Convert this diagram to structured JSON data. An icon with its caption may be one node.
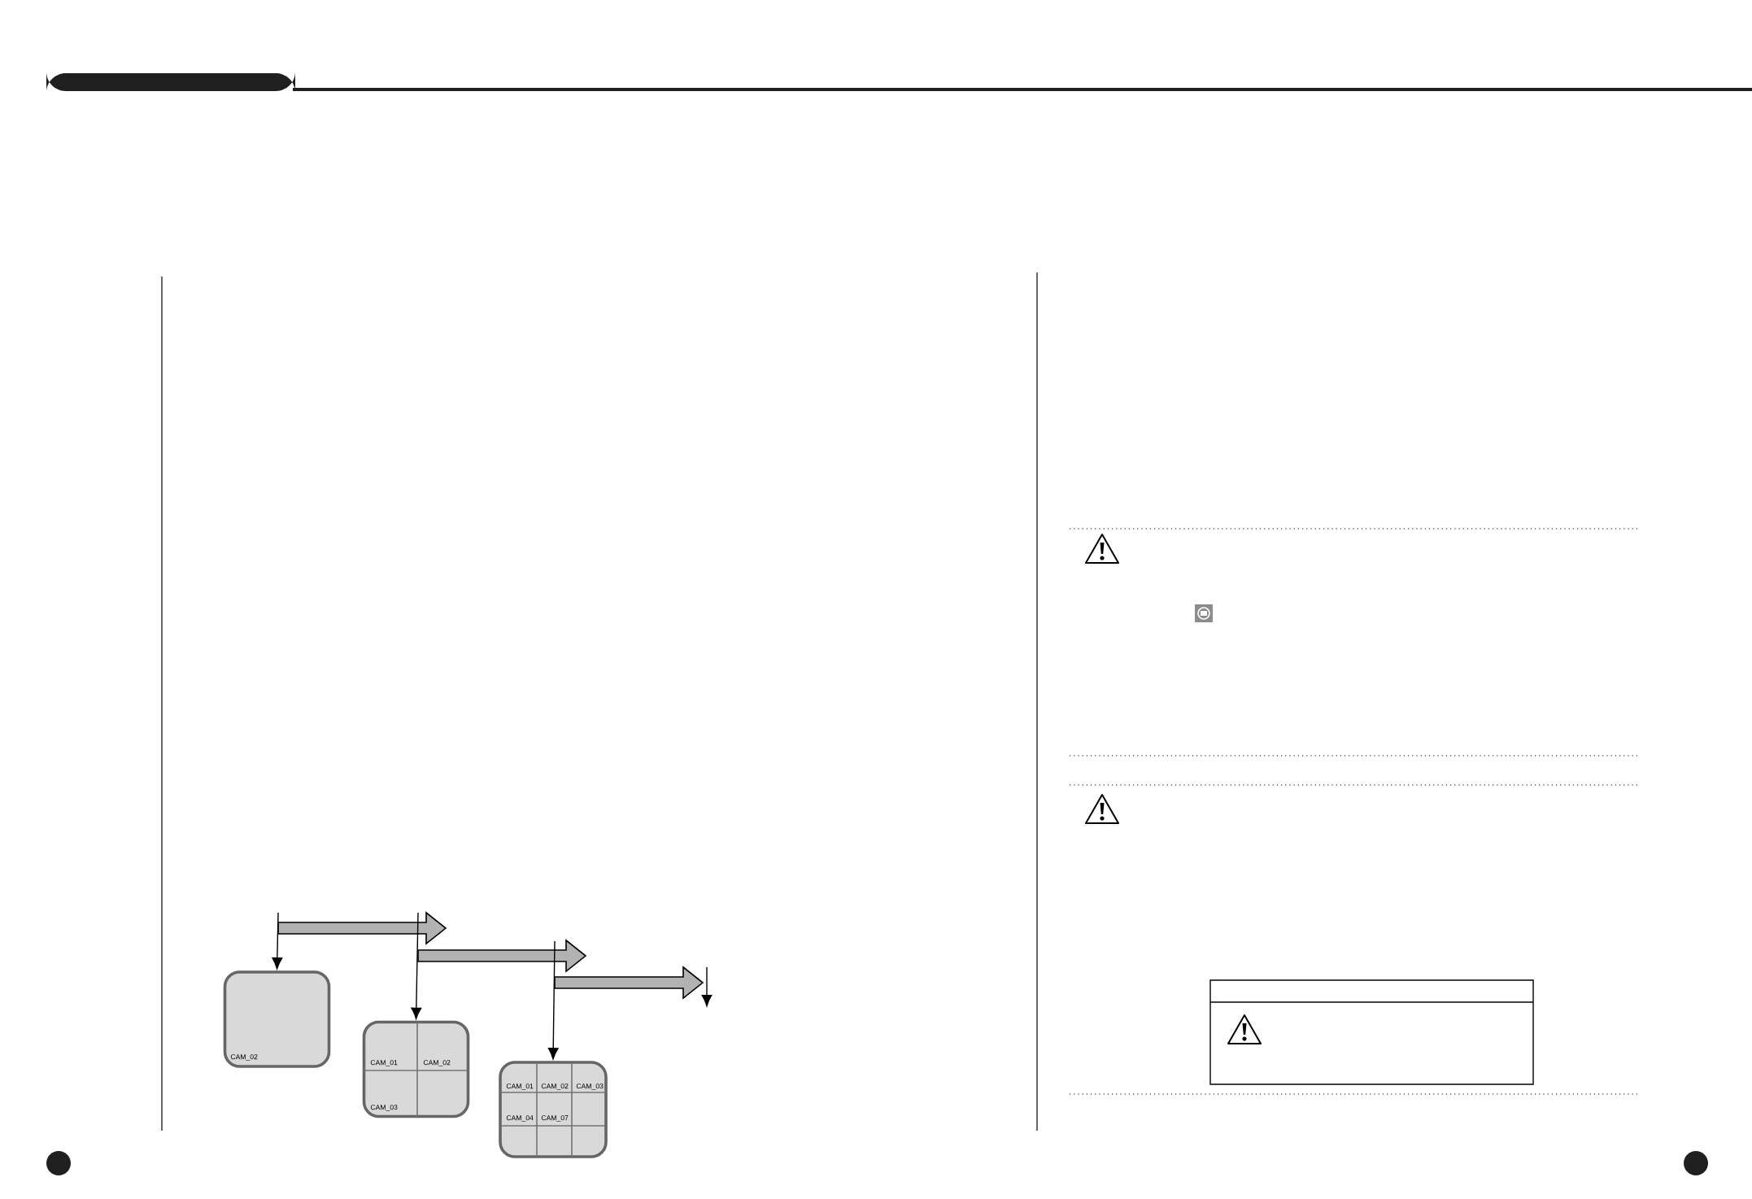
{
  "diagram": {
    "nodes": [
      {
        "text": [
          "CAM_02"
        ]
      },
      {
        "text": [
          "CAM_01",
          "CAM_02",
          "CAM_03"
        ]
      },
      {
        "text": [
          "CAM_01",
          "CAM_02",
          "CAM_03",
          "CAM_04",
          "CAM_07"
        ]
      }
    ],
    "edges": [
      {
        "from": null,
        "to": 0,
        "arrow": "to"
      },
      {
        "from": null,
        "to": 1,
        "arrow": "to"
      },
      {
        "from": null,
        "to": 2,
        "arrow": "to"
      }
    ]
  }
}
